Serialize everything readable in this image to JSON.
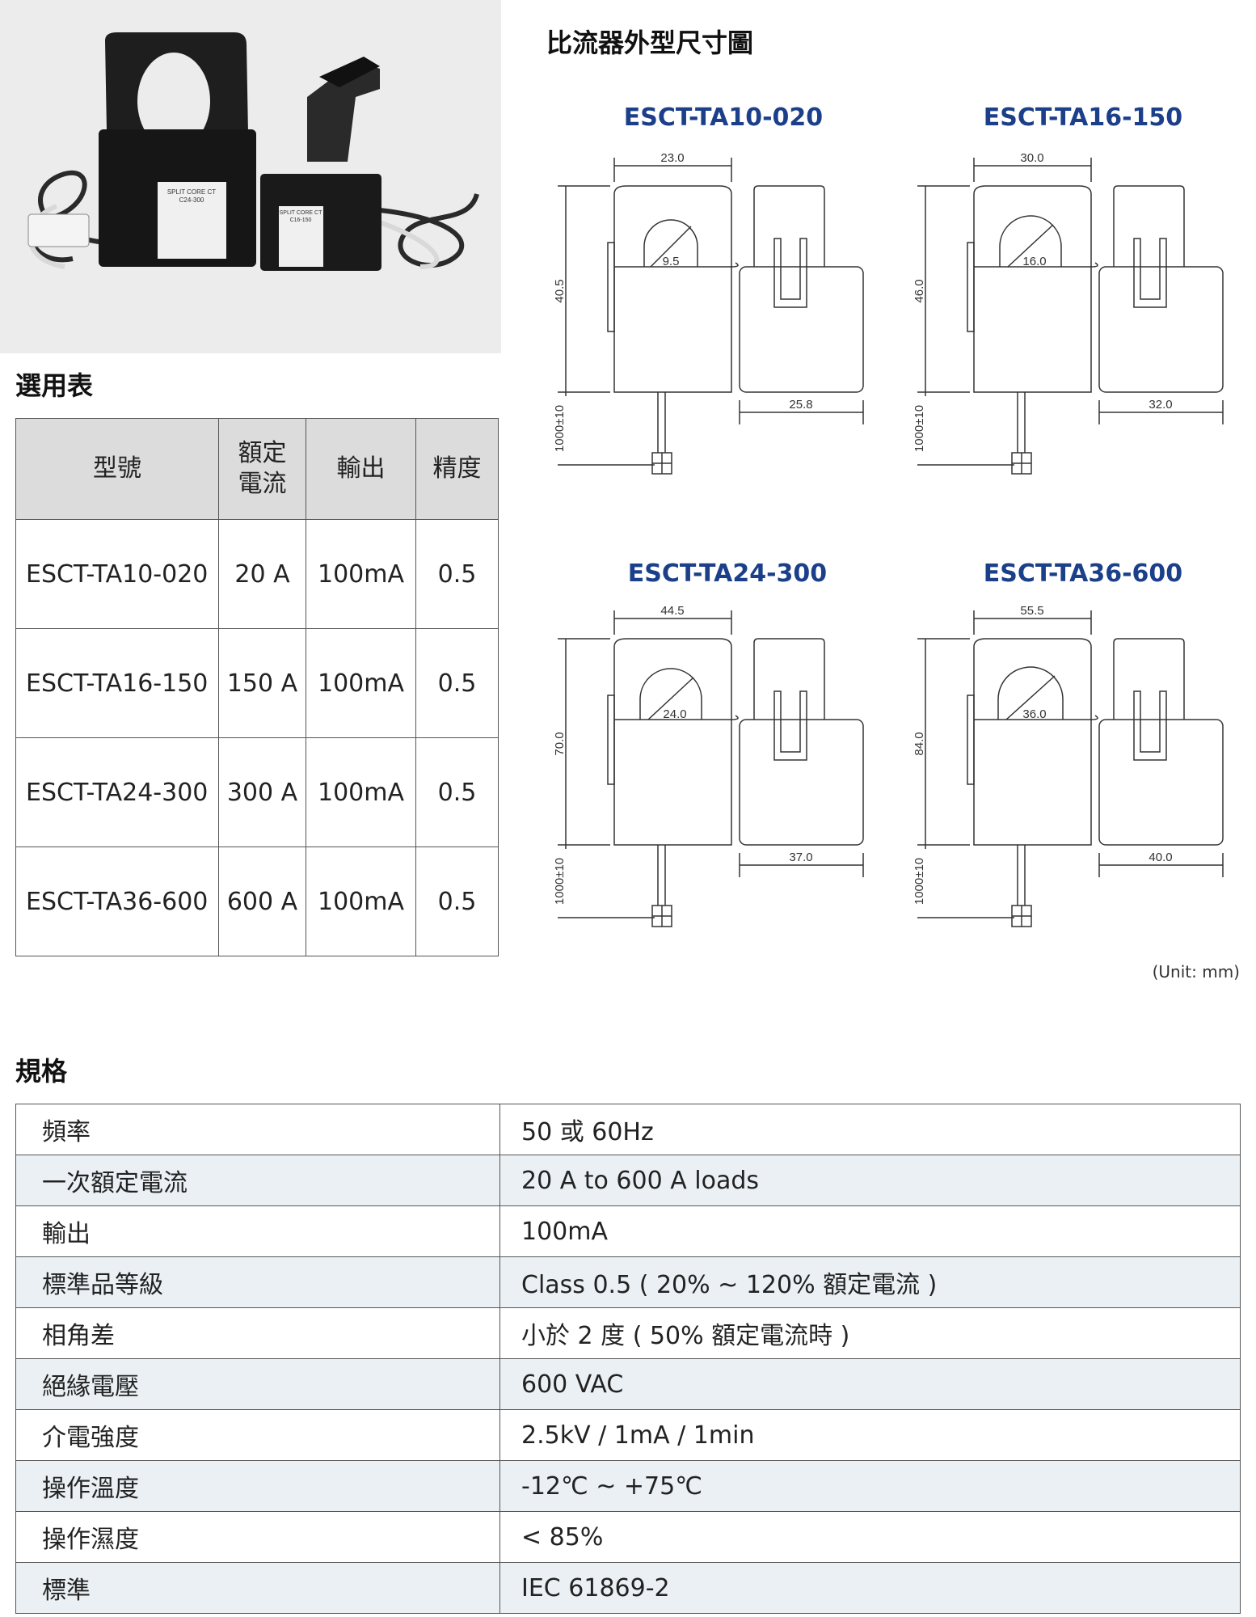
{
  "photo": {
    "large_ct_label": [
      "SPLIT CORE CT",
      "C24-300"
    ],
    "small_ct_label": [
      "SPLIT CORE CT",
      "C16-150"
    ]
  },
  "dimension_section": {
    "title": "比流器外型尺寸圖",
    "unit_note": "(Unit: mm)",
    "diagrams": [
      {
        "model": "ESCT-TA10-020",
        "width": "23.0",
        "hole": "9.5",
        "height": "40.5",
        "cable": "1000±10",
        "depth": "25.8"
      },
      {
        "model": "ESCT-TA16-150",
        "width": "30.0",
        "hole": "16.0",
        "height": "46.0",
        "cable": "1000±10",
        "depth": "32.0"
      },
      {
        "model": "ESCT-TA24-300",
        "width": "44.5",
        "hole": "24.0",
        "height": "70.0",
        "cable": "1000±10",
        "depth": "37.0"
      },
      {
        "model": "ESCT-TA36-600",
        "width": "55.5",
        "hole": "36.0",
        "height": "84.0",
        "cable": "1000±10",
        "depth": "40.0"
      }
    ]
  },
  "selection_table": {
    "title": "選用表",
    "headers": [
      "型號",
      "額定",
      "電流",
      "輸出",
      "精度"
    ],
    "rows": [
      {
        "model": "ESCT-TA10-020",
        "current": "20 A",
        "output": "100mA",
        "accuracy": "0.5"
      },
      {
        "model": "ESCT-TA16-150",
        "current": "150 A",
        "output": "100mA",
        "accuracy": "0.5"
      },
      {
        "model": "ESCT-TA24-300",
        "current": "300 A",
        "output": "100mA",
        "accuracy": "0.5"
      },
      {
        "model": "ESCT-TA36-600",
        "current": "600 A",
        "output": "100mA",
        "accuracy": "0.5"
      }
    ]
  },
  "spec_table": {
    "title": "規格",
    "rows": [
      {
        "key": "頻率",
        "value": "50 或 60Hz"
      },
      {
        "key": "一次額定電流",
        "value": "20 A to 600 A loads"
      },
      {
        "key": "輸出",
        "value": "100mA"
      },
      {
        "key": "標準品等級",
        "value": "Class 0.5 ( 20% ~ 120% 額定電流 )"
      },
      {
        "key": "相角差",
        "value": "小於 2 度 ( 50% 額定電流時 )"
      },
      {
        "key": "絕緣電壓",
        "value": "600 VAC"
      },
      {
        "key": "介電強度",
        "value": "2.5kV / 1mA / 1min"
      },
      {
        "key": "操作溫度",
        "value": "-12℃ ~ +75℃"
      },
      {
        "key": "操作濕度",
        "value": "< 85%"
      },
      {
        "key": "標準",
        "value": "IEC 61869-2"
      }
    ]
  },
  "colors": {
    "model_title": "#1c3f8a",
    "spec_alt_row": "#eaf0f4",
    "table_header_bg": "#dcdcdc"
  }
}
